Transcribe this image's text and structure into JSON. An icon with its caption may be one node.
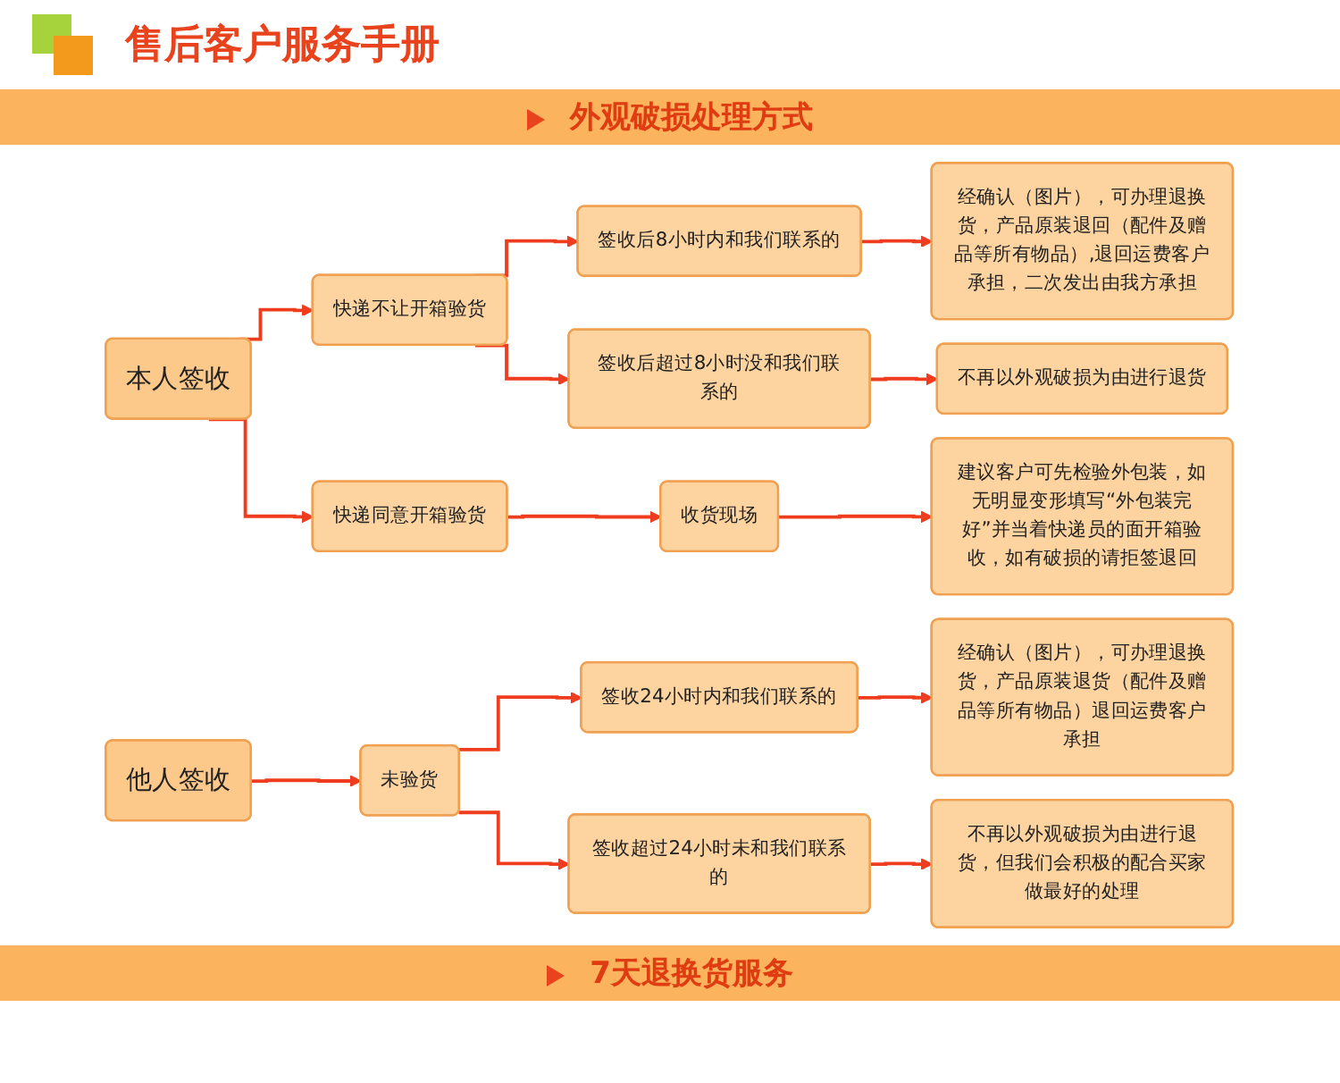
{
  "diagram": {
    "title": "售后客户服务手册",
    "nodes": [
      {
        "text": [
          "本人签收"
        ]
      },
      {
        "text": [
          "快递不让开箱验货"
        ]
      },
      {
        "text": [
          "快递同意开箱验货"
        ]
      },
      {
        "text": [
          "签收后8小时内和我们联系的"
        ]
      },
      {
        "text": [
          "签收后超过8小时没和我们联系的"
        ]
      },
      {
        "text": [
          "收货现场"
        ]
      },
      {
        "text": [
          "经确认（图片），可办理退换货，产品原装退回（配件及赠品等所有物品）,退回运费客户承担，二次发出由我方承担"
        ]
      },
      {
        "text": [
          "不再以外观破损为由进行退货"
        ]
      },
      {
        "text": [
          "建议客户可先检验外包装，如无明显变形填写“外包装完好”并当着快递员的面开箱验收，如有破损的请拒签退回"
        ]
      },
      {
        "text": [
          "他人签收"
        ]
      },
      {
        "text": [
          "未验货"
        ]
      },
      {
        "text": [
          "签收24小时内和我们联系的"
        ]
      },
      {
        "text": [
          "签收超过24小时未和我们联系的"
        ]
      },
      {
        "text": [
          "经确认（图片），可办理退换货，产品原装退货（配件及赠品等所有物品）退回运费客户承担"
        ]
      },
      {
        "text": [
          "不再以外观破损为由进行退货，但我们会积极的配合买家做最好的处理"
        ]
      }
    ],
    "edges": [
      {
        "from": 0,
        "to": 1,
        "arrow": "to"
      },
      {
        "from": 0,
        "to": 2,
        "arrow": "to"
      },
      {
        "from": 1,
        "to": 3,
        "arrow": "to"
      },
      {
        "from": 1,
        "to": 4,
        "arrow": "to"
      },
      {
        "from": 2,
        "to": 5,
        "arrow": "to"
      },
      {
        "from": 3,
        "to": 6,
        "arrow": "to"
      },
      {
        "from": 4,
        "to": 7,
        "arrow": "to"
      },
      {
        "from": 5,
        "to": 8,
        "arrow": "to"
      },
      {
        "from": 9,
        "to": 10,
        "arrow": "to"
      },
      {
        "from": 10,
        "to": 11,
        "arrow": "to"
      },
      {
        "from": 10,
        "to": 12,
        "arrow": "to"
      },
      {
        "from": 11,
        "to": 13,
        "arrow": "to"
      },
      {
        "from": 12,
        "to": 14,
        "arrow": "to"
      }
    ],
    "labels": [
      "外观破损处理方式",
      "7天退换货服务"
    ]
  }
}
